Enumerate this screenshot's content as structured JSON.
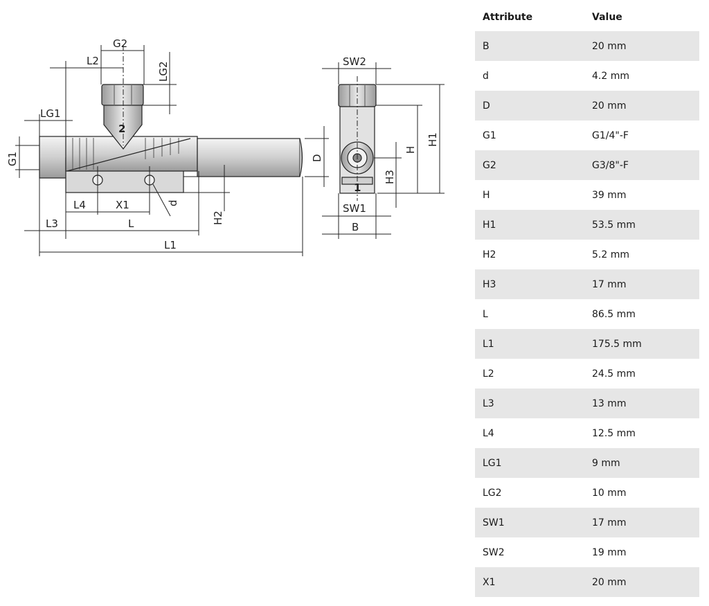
{
  "drawing": {
    "labels": {
      "g2_top": "G2",
      "l2": "L2",
      "lg2": "LG2",
      "lg1": "LG1",
      "g1": "G1",
      "port_2": "2",
      "port_1": "1",
      "l4": "L4",
      "x1": "X1",
      "d_small": "d",
      "h2": "H2",
      "l3": "L3",
      "l": "L",
      "l1": "L1",
      "d_big": "D",
      "sw2": "SW2",
      "sw1": "SW1",
      "b": "B",
      "h": "H",
      "h1": "H1",
      "h3": "H3"
    }
  },
  "table": {
    "headers": [
      "Attribute",
      "Value"
    ],
    "rows": [
      {
        "attribute": "B",
        "value": "20 mm"
      },
      {
        "attribute": "d",
        "value": "4.2 mm"
      },
      {
        "attribute": "D",
        "value": "20 mm"
      },
      {
        "attribute": "G1",
        "value": "G1/4\"-F"
      },
      {
        "attribute": "G2",
        "value": "G3/8\"-F"
      },
      {
        "attribute": "H",
        "value": "39 mm"
      },
      {
        "attribute": "H1",
        "value": "53.5 mm"
      },
      {
        "attribute": "H2",
        "value": "5.2 mm"
      },
      {
        "attribute": "H3",
        "value": "17 mm"
      },
      {
        "attribute": "L",
        "value": "86.5 mm"
      },
      {
        "attribute": "L1",
        "value": "175.5 mm"
      },
      {
        "attribute": "L2",
        "value": "24.5 mm"
      },
      {
        "attribute": "L3",
        "value": "13 mm"
      },
      {
        "attribute": "L4",
        "value": "12.5 mm"
      },
      {
        "attribute": "LG1",
        "value": "9 mm"
      },
      {
        "attribute": "LG2",
        "value": "10 mm"
      },
      {
        "attribute": "SW1",
        "value": "17 mm"
      },
      {
        "attribute": "SW2",
        "value": "19 mm"
      },
      {
        "attribute": "X1",
        "value": "20 mm"
      }
    ]
  }
}
